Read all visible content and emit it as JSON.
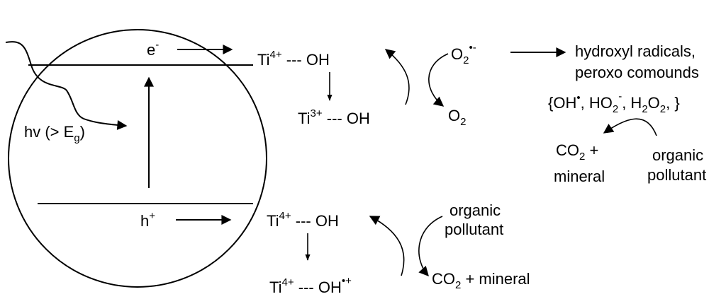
{
  "particle": {
    "photon": {
      "prefix": "hv (> E",
      "sub": "g",
      "suffix": ")"
    }
  },
  "conduction_band": {
    "electron": {
      "base": "e",
      "sup": "-"
    },
    "trap_ti4": {
      "base": "Ti",
      "sup": "4+",
      "rest": " --- OH"
    },
    "trap_ti3": {
      "base": "Ti",
      "sup": "3+",
      "rest": " --- OH"
    },
    "superoxide": {
      "base": "O",
      "sub": "2",
      "sup": "•-"
    },
    "oxygen": {
      "base": "O",
      "sub": "2"
    },
    "products_line1": "hydroxyl radicals,",
    "products_line2": "peroxo comounds",
    "species": {
      "open": "{OH",
      "oh_sup": "•",
      "comma1": ", HO",
      "ho2_sub": "2",
      "ho2_sup": "-",
      "comma2": ", H",
      "h2o2_sub1": "2",
      "o": "O",
      "h2o2_sub2": "2",
      "close": ", }"
    },
    "co2": {
      "base": "CO",
      "sub": "2",
      "rest": " +"
    },
    "mineral": "mineral",
    "organic_line1": "organic",
    "organic_line2": "pollutant"
  },
  "valence_band": {
    "hole": {
      "base": "h",
      "sup": "+"
    },
    "trap_ti4": {
      "base": "Ti",
      "sup": "4+",
      "rest": " --- OH"
    },
    "trap_radical": {
      "base": "Ti",
      "sup": "4+",
      "rest": " --- OH",
      "sup2": "•+"
    },
    "organic_line1": "organic",
    "organic_line2": "pollutant",
    "co2": {
      "base": "CO",
      "sub": "2",
      "rest": " + mineral"
    }
  }
}
